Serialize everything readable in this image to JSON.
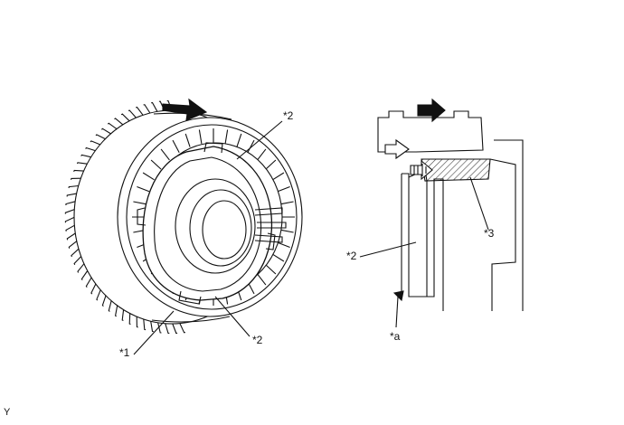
{
  "labels": {
    "gear_assembly": "*1",
    "snap_ring_top": "*2",
    "snap_ring_bottom": "*2",
    "snap_ring_section": "*2",
    "section_part_3": "*3",
    "section_point_a": "*a",
    "corner_code": "Y"
  },
  "colors": {
    "ink": "#111111",
    "hatch": "#444444",
    "background": "#ffffff"
  },
  "icons": {
    "direction_arrow": "right-arrow-icon"
  }
}
